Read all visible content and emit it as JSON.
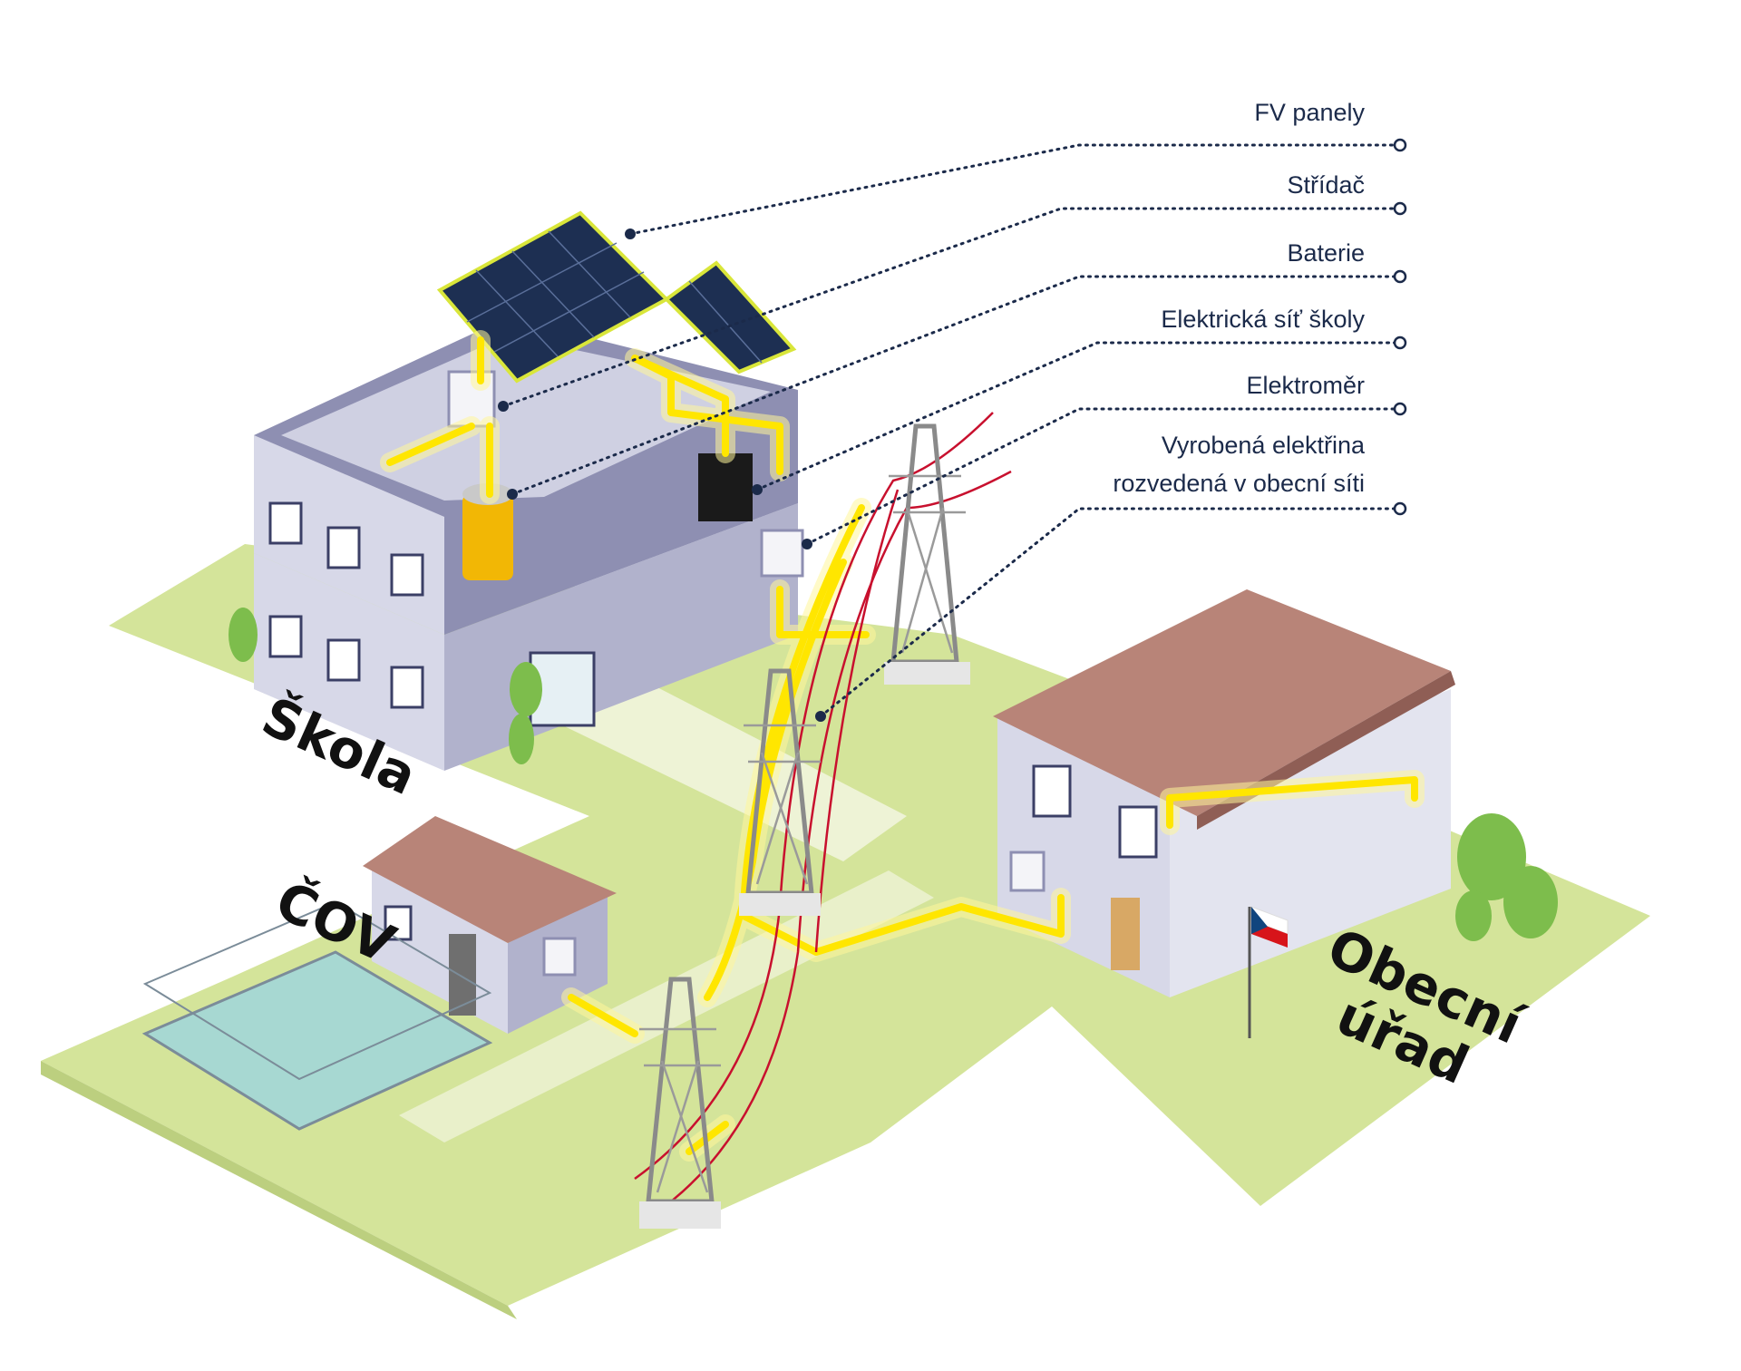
{
  "legend": {
    "items": [
      {
        "label": "FV panely"
      },
      {
        "label": "Střídač"
      },
      {
        "label": "Baterie"
      },
      {
        "label": "Elektrická síť školy"
      },
      {
        "label": "Elektroměr"
      },
      {
        "label": "Vyrobená elektřina",
        "label2": "rozvedená v obecní síti"
      }
    ]
  },
  "buildings": {
    "school": "Škola",
    "cov": "ČOV",
    "office_line1": "Obecní",
    "office_line2": "úřad"
  },
  "colors": {
    "ground": "#d4e49a",
    "path": "#eef3d6",
    "wall": "#d7d8e8",
    "wall_shadow": "#8e8fb2",
    "roof": "#b88478",
    "wire": "#ffe600",
    "leader": "#1b2a4a",
    "panel": "#1d2f52",
    "water": "#9fd6dc",
    "tree": "#7dbd4c"
  }
}
